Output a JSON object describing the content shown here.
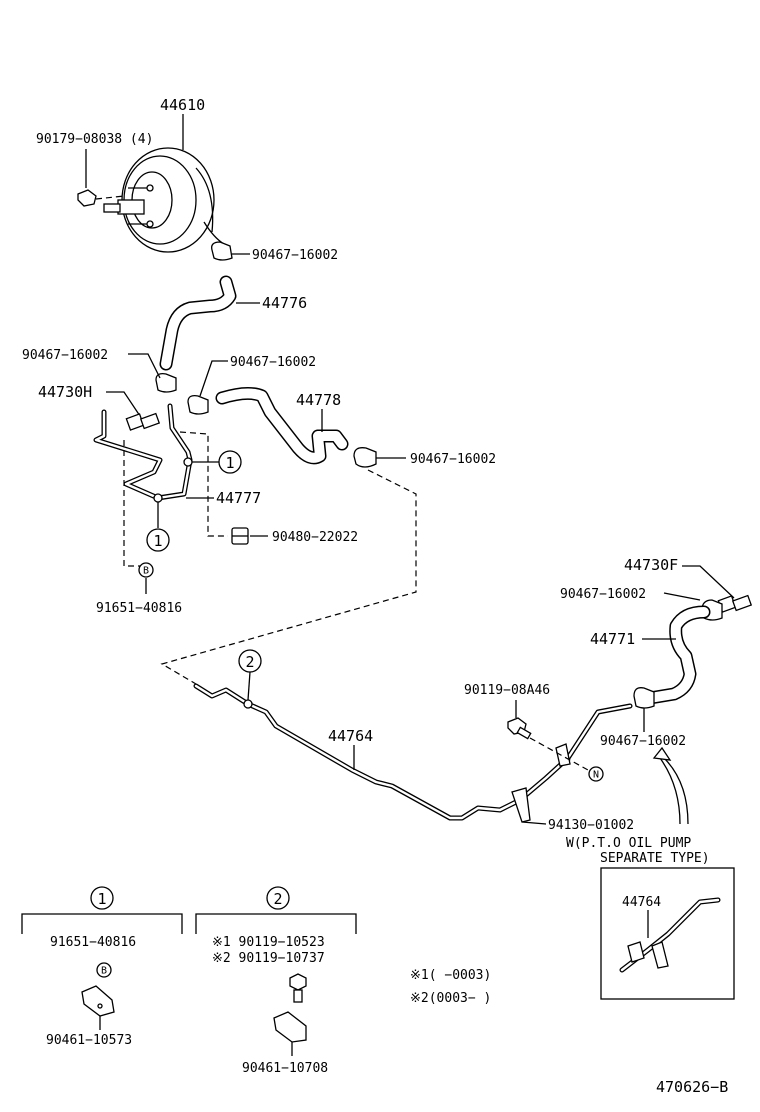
{
  "labels": {
    "p44610": "44610",
    "p90179": "90179−08038 (4)",
    "p90467_a": "90467−16002",
    "p44776": "44776",
    "p90467_b": "90467−16002",
    "p90467_c": "90467−16002",
    "p44730h": "44730H",
    "p44778": "44778",
    "p90467_d": "90467−16002",
    "p44777": "44777",
    "p90480": "90480−22022",
    "p91651_a": "91651−40816",
    "p44730f": "44730F",
    "p90467_e": "90467−16002",
    "p44771": "44771",
    "p90119_08a46": "90119−08A46",
    "p44764": "44764",
    "p90467_f": "90467−16002",
    "p94130": "94130−01002",
    "w_line1": "W(P.T.O OIL PUMP",
    "w_line2": "SEPARATE TYPE)",
    "p44764_inset": "44764",
    "d1_part_a": "91651−40816",
    "d1_part_b": "90461−10573",
    "d2_line1": "※1  90119−10523",
    "d2_line2": "※2  90119−10737",
    "d2_part_b": "90461−10708",
    "note1": "※1(      −0003)",
    "note2": "※2(0003−      )",
    "diagram_code": "470626−B"
  },
  "markers": {
    "circle_1": "1",
    "circle_2": "2",
    "letter_b": "B",
    "letter_n": "N"
  }
}
